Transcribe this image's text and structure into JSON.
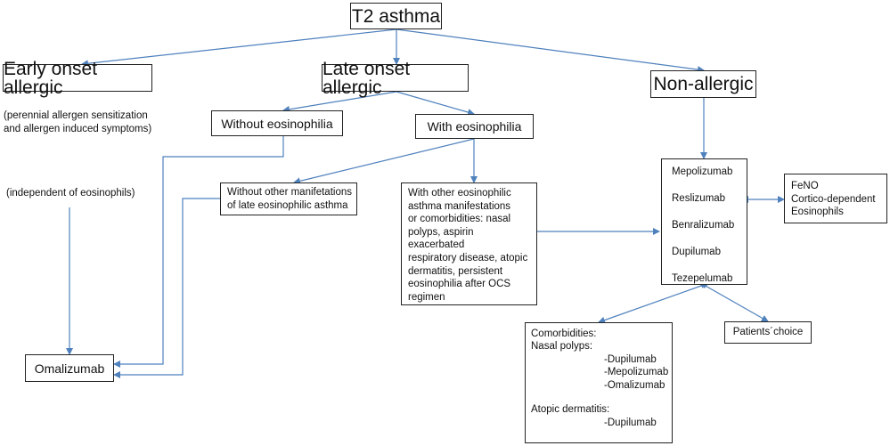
{
  "nodes": {
    "t2": "T2 asthma",
    "early": "Early onset allergic",
    "late": "Late onset allergic",
    "nonallergic": "Non-allergic",
    "without_eos": "Without eosinophilia",
    "with_eos": "With eosinophilia",
    "without_other": [
      "Without other manifetations",
      "of late eosinophilic asthma"
    ],
    "with_other": [
      "With other eosinophilic",
      "asthma manifestations",
      "or comorbidities: nasal",
      "polyps, aspirin",
      "exacerbated",
      "respiratory disease, atopic",
      "dermatitis, persistent",
      "eosinophilia after OCS",
      "regimen"
    ],
    "omalizumab": "Omalizumab",
    "biologics": [
      "Mepolizumab",
      "Reslizumab",
      "Benralizumab",
      "Dupilumab",
      "Tezepelumab"
    ],
    "markers": [
      "FeNO",
      "Cortico-dependent",
      "Eosinophils"
    ],
    "comorbidities": {
      "title": "Comorbidities:",
      "nasal": "Nasal polyps:",
      "nasal_drugs": [
        "-Dupilumab",
        "-Mepolizumab",
        "-Omalizumab"
      ],
      "atopic": "Atopic dermatitis:",
      "atopic_drugs": [
        "-Dupilumab"
      ]
    },
    "patients_choice": "Patients´choice"
  },
  "notes": {
    "perennial": [
      "(perennial allergen sensitization",
      "and allergen induced symptoms)"
    ],
    "independent": "(independent of eosinophils)"
  },
  "colors": {
    "arrow": "#4f81bd",
    "border": "#222222"
  }
}
